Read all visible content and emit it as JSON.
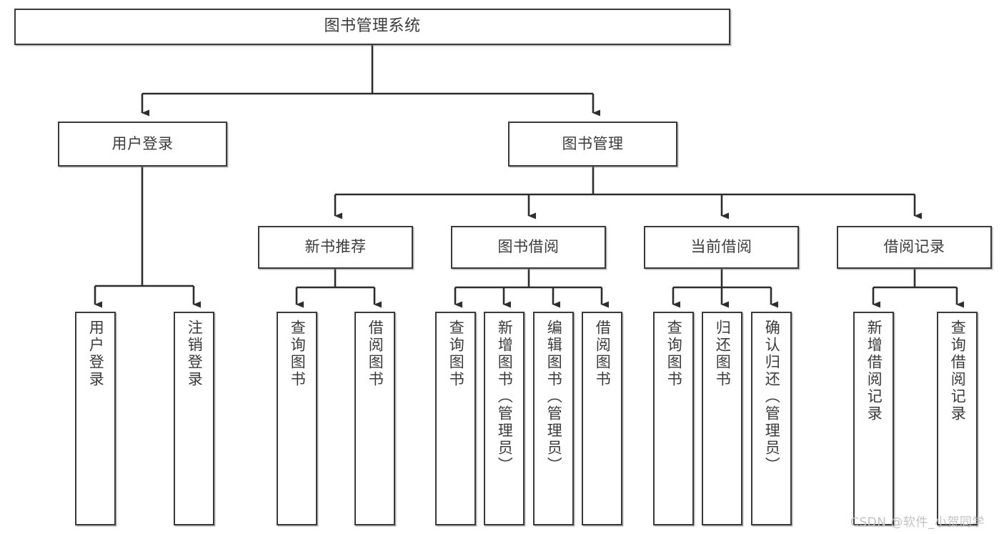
{
  "diagram": {
    "title_node": {
      "label": "图书管理系统"
    },
    "level2": [
      {
        "label": "用户登录"
      },
      {
        "label": "图书管理"
      }
    ],
    "level3": [
      {
        "label": "新书推荐"
      },
      {
        "label": "图书借阅"
      },
      {
        "label": "当前借阅"
      },
      {
        "label": "借阅记录"
      }
    ],
    "leaves": {
      "user_login": [
        {
          "label": "用户登录"
        },
        {
          "label": "注销登录"
        }
      ],
      "new_book_recommend": [
        {
          "label": "查询图书"
        },
        {
          "label": "借阅图书"
        }
      ],
      "book_borrow": [
        {
          "label": "查询图书"
        },
        {
          "label": "新增图书（管理员）"
        },
        {
          "label": "编辑图书（管理员）"
        },
        {
          "label": "借阅图书"
        }
      ],
      "current_borrow": [
        {
          "label": "查询图书"
        },
        {
          "label": "归还图书"
        },
        {
          "label": "确认归还（管理员）"
        }
      ],
      "borrow_record": [
        {
          "label": "新增借阅记录"
        },
        {
          "label": "查询借阅记录"
        }
      ]
    }
  },
  "watermark": {
    "text": "CSDN @软件_小贺同学"
  },
  "colors": {
    "stroke": "#3a3a3a",
    "text": "#3b3b3b",
    "background": "#ffffff",
    "watermark": "#c2c2c2"
  }
}
